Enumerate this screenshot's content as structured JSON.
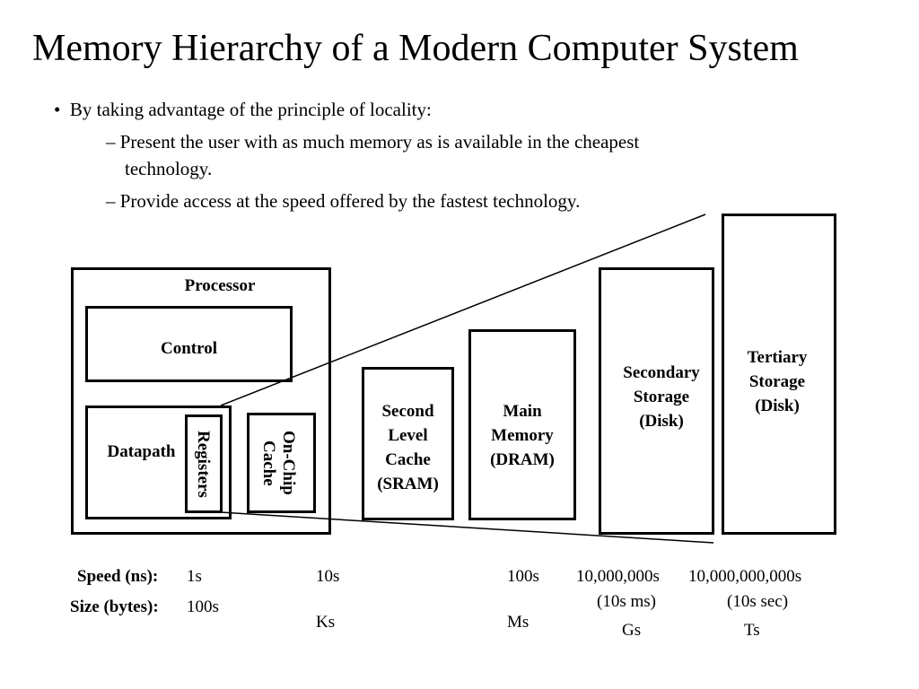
{
  "title": "Memory Hierarchy of a Modern Computer System",
  "bullets": {
    "marker": "•",
    "dash": "–",
    "main": "By taking advantage of the principle of locality:",
    "sub1_line1": "Present the user with as much memory as is available in the cheapest",
    "sub1_line2": "technology.",
    "sub2": "Provide access at the speed offered by the fastest technology."
  },
  "diagram": {
    "processor": "Processor",
    "control": "Control",
    "datapath": "Datapath",
    "registers": "Registers",
    "onchip": [
      "On-Chip",
      "Cache"
    ],
    "second_level": [
      "Second",
      "Level",
      "Cache",
      "(SRAM)"
    ],
    "main_memory": [
      "Main",
      "Memory",
      "(DRAM)"
    ],
    "secondary": [
      "Secondary",
      "Storage",
      "(Disk)"
    ],
    "tertiary": [
      "Tertiary",
      "Storage",
      "(Disk)"
    ]
  },
  "table": {
    "speed_label": "Speed (ns):",
    "size_label": "Size (bytes):",
    "speed": {
      "registers": "1s",
      "cache": "10s",
      "main": "100s",
      "secondary": "10,000,000s",
      "secondary_note": "(10s ms)",
      "tertiary": "10,000,000,000s",
      "tertiary_note": "(10s sec)"
    },
    "size": {
      "registers": "100s",
      "cache": "Ks",
      "main": "Ms",
      "secondary": "Gs",
      "tertiary": "Ts"
    }
  }
}
